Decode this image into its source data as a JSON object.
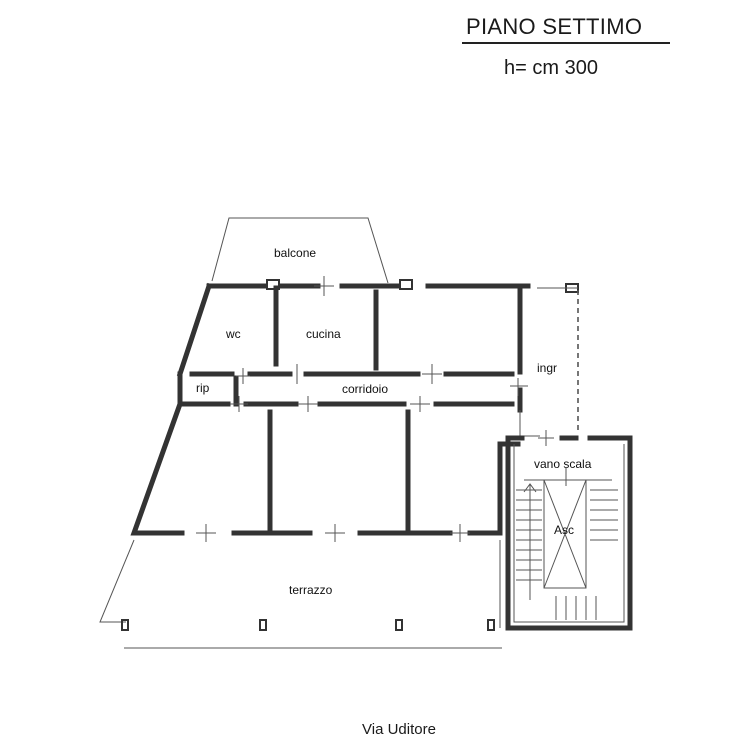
{
  "header": {
    "floor_title": "PIANO SETTIMO",
    "ceiling_height": "h= cm 300"
  },
  "rooms": {
    "balcone": "balcone",
    "wc": "wc",
    "cucina": "cucina",
    "corridoio": "corridoio",
    "rip": "rip",
    "ingr": "ingr",
    "vano_scala": "vano scala",
    "asc": "Asc",
    "terrazzo": "terrazzo"
  },
  "footer": {
    "street": "Via Uditore"
  }
}
